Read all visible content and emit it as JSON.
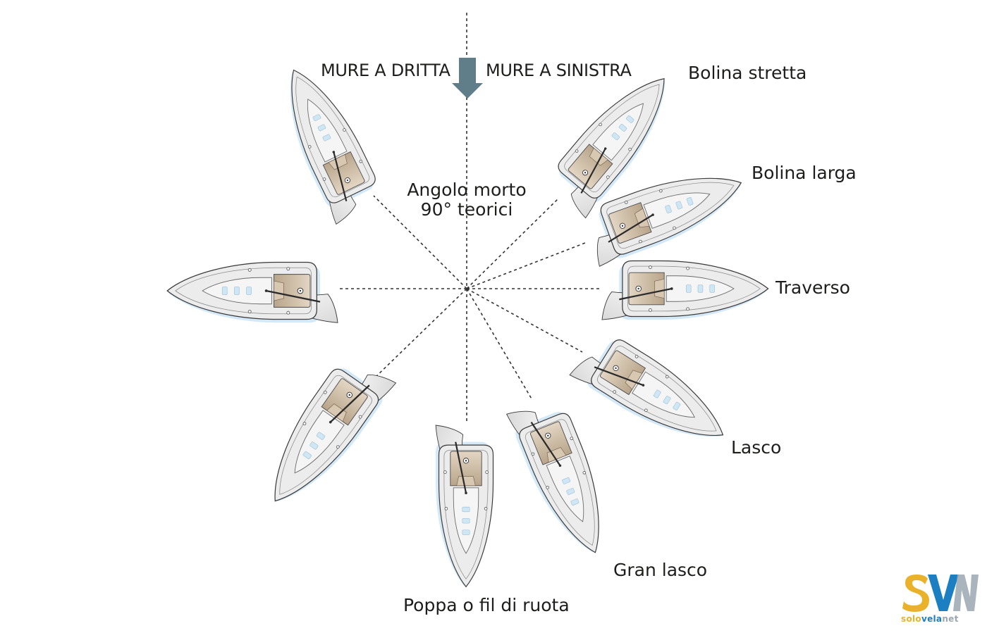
{
  "labels": {
    "starboard_tack": "MURE A DRITTA",
    "port_tack": "MURE A SINISTRA",
    "dead_angle_line1": "Angolo morto",
    "dead_angle_line2": "90° teorici",
    "close_hauled": "Bolina stretta",
    "close_reach": "Bolina larga",
    "beam_reach": "Traverso",
    "broad_reach": "Lasco",
    "broad_reach_deep": "Gran lasco",
    "running": "Poppa o fil di ruota"
  },
  "logo": {
    "text": "solovelanet",
    "part1": "solo",
    "part2": "vela",
    "part3": "net",
    "colors": {
      "orange": "#e9b22a",
      "blue": "#1b7fc2",
      "grey": "#9aa7b2"
    }
  },
  "colors": {
    "arrow": "#5f7e89",
    "hull_stroke": "#3a3a3a",
    "hull_fill": "#ececec",
    "cockpit": "#c9b8a0",
    "window": "#cfe6f5",
    "shadow": "#cfe7f6",
    "sail": "#f2f2f2"
  },
  "boats": [
    {
      "id": "boat-starboard-close-hauled",
      "heading_deg": -26
    },
    {
      "id": "boat-starboard-beam-reach",
      "heading_deg": -90
    },
    {
      "id": "boat-starboard-broad-reach",
      "heading_deg": -145
    },
    {
      "id": "boat-running",
      "heading_deg": 180
    },
    {
      "id": "boat-port-broad-reach-deep",
      "heading_deg": 160
    },
    {
      "id": "boat-port-broad-reach",
      "heading_deg": 125
    },
    {
      "id": "boat-port-beam-reach",
      "heading_deg": 90
    },
    {
      "id": "boat-port-close-reach",
      "heading_deg": 70
    },
    {
      "id": "boat-port-close-hauled",
      "heading_deg": 40
    }
  ]
}
